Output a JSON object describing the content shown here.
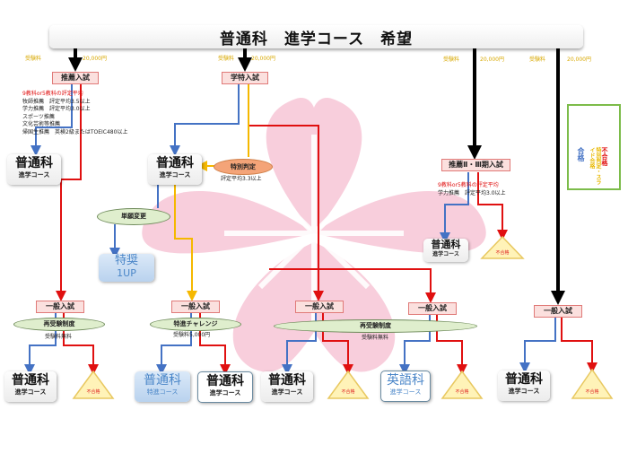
{
  "title": "普通科　進学コース　希望",
  "fees": [
    {
      "label": "受験料",
      "amount": "20,000円"
    },
    {
      "label": "受験料",
      "amount": "20,000円"
    },
    {
      "label": "受験料",
      "amount": "20,000円"
    },
    {
      "label": "受験料",
      "amount": "20,000円"
    }
  ],
  "exams": {
    "suisen": "推薦入試",
    "gakutoku": "学特入試",
    "suisen23": "推薦Ⅱ・Ⅲ期入試",
    "ippan": "一般入試"
  },
  "suisen_notes": {
    "heading": "9教科or5教科の評定平均",
    "lines": [
      "牧師推薦　評定平均3.5以上",
      "学力推薦　評定平均3.0以上",
      "スポーツ推薦",
      "文化芸術等推薦",
      "帰国生推薦　英検2級またはTOEIC480以上"
    ]
  },
  "suisen23_notes": {
    "heading": "9教科or5教科の評定平均",
    "line": "学力推薦　評定平均3.0以上"
  },
  "special": {
    "label": "特別判定",
    "note": "評定平均3.3以上"
  },
  "course_change": "単願変更",
  "tokusho": {
    "main": "特奨",
    "sub": "1UP"
  },
  "courses": {
    "futsu_main": "普通科",
    "shingaku_sub": "進学コース",
    "tokushin_sub": "特進コース",
    "eigo_main": "英語科"
  },
  "retake": {
    "label": "再受験制度",
    "fee_note": "受験料無料"
  },
  "challenge": {
    "label": "特進チャレンジ",
    "fee_note": "受験料5,000円"
  },
  "fail": "不合格",
  "legend": {
    "pass": "合格",
    "slide": "特別判定・スライド合格",
    "fail": "不合格"
  },
  "colors": {
    "pass": "#4472c4",
    "slide": "#f5b800",
    "fail": "#e01010",
    "flow": "#000000",
    "legend_border": "#7cbc4a",
    "watermark": "#f7c6d6"
  }
}
